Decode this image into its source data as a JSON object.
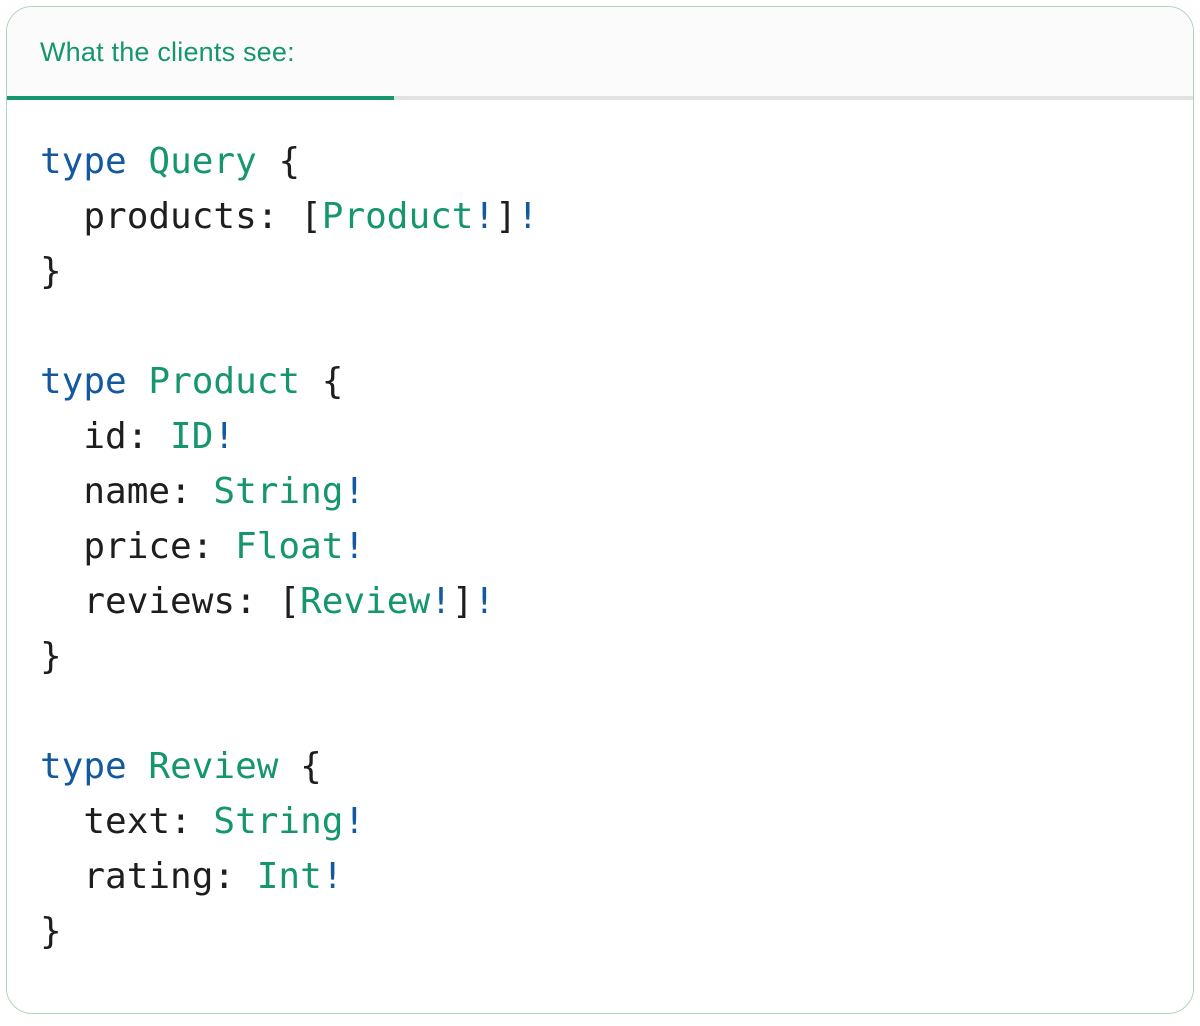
{
  "tab_bar": {
    "active_tab_label": "What the clients see:"
  },
  "colors": {
    "accent": "#15966f",
    "keyword": "#1458a0",
    "type": "#15966f",
    "plain": "#1e1e1e",
    "bang": "#1458a0",
    "divider": "#e2e2e2",
    "header_bg": "#fbfbfb",
    "card_border": "#aed4ba",
    "card_bg": "#ffffff"
  },
  "code": {
    "lines": [
      [
        {
          "t": "type",
          "c": "keyword"
        },
        {
          "t": " ",
          "c": "plain"
        },
        {
          "t": "Query",
          "c": "type"
        },
        {
          "t": " {",
          "c": "plain"
        }
      ],
      [
        {
          "t": "  products: [",
          "c": "plain"
        },
        {
          "t": "Product",
          "c": "type"
        },
        {
          "t": "!",
          "c": "bang"
        },
        {
          "t": "]",
          "c": "plain"
        },
        {
          "t": "!",
          "c": "bang"
        }
      ],
      [
        {
          "t": "}",
          "c": "plain"
        }
      ],
      [],
      [
        {
          "t": "type",
          "c": "keyword"
        },
        {
          "t": " ",
          "c": "plain"
        },
        {
          "t": "Product",
          "c": "type"
        },
        {
          "t": " {",
          "c": "plain"
        }
      ],
      [
        {
          "t": "  id: ",
          "c": "plain"
        },
        {
          "t": "ID",
          "c": "type"
        },
        {
          "t": "!",
          "c": "bang"
        }
      ],
      [
        {
          "t": "  name: ",
          "c": "plain"
        },
        {
          "t": "String",
          "c": "type"
        },
        {
          "t": "!",
          "c": "bang"
        }
      ],
      [
        {
          "t": "  price: ",
          "c": "plain"
        },
        {
          "t": "Float",
          "c": "type"
        },
        {
          "t": "!",
          "c": "bang"
        }
      ],
      [
        {
          "t": "  reviews: [",
          "c": "plain"
        },
        {
          "t": "Review",
          "c": "type"
        },
        {
          "t": "!",
          "c": "bang"
        },
        {
          "t": "]",
          "c": "plain"
        },
        {
          "t": "!",
          "c": "bang"
        }
      ],
      [
        {
          "t": "}",
          "c": "plain"
        }
      ],
      [],
      [
        {
          "t": "type",
          "c": "keyword"
        },
        {
          "t": " ",
          "c": "plain"
        },
        {
          "t": "Review",
          "c": "type"
        },
        {
          "t": " {",
          "c": "plain"
        }
      ],
      [
        {
          "t": "  text: ",
          "c": "plain"
        },
        {
          "t": "String",
          "c": "type"
        },
        {
          "t": "!",
          "c": "bang"
        }
      ],
      [
        {
          "t": "  rating: ",
          "c": "plain"
        },
        {
          "t": "Int",
          "c": "type"
        },
        {
          "t": "!",
          "c": "bang"
        }
      ],
      [
        {
          "t": "}",
          "c": "plain"
        }
      ]
    ]
  }
}
